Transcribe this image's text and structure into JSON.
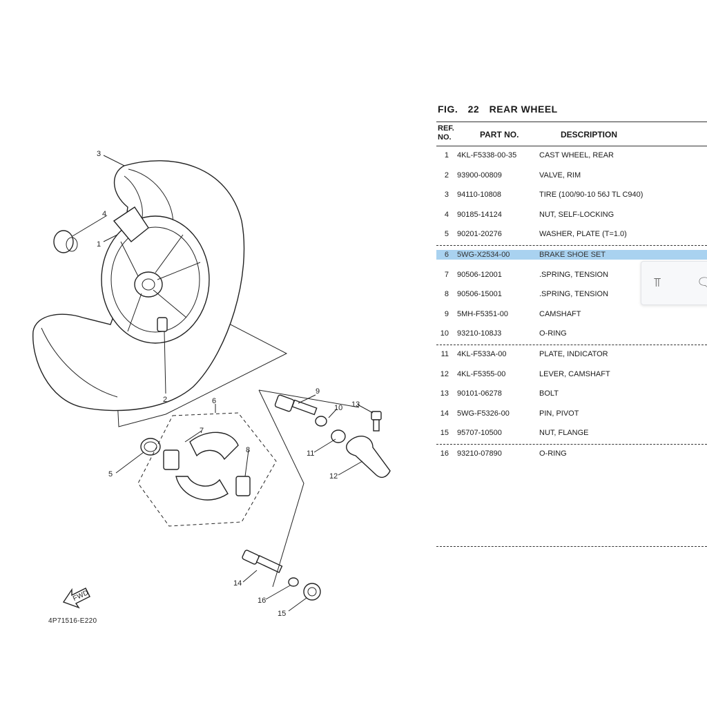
{
  "figure": {
    "label": "FIG.",
    "number": "22",
    "title": "REAR WHEEL"
  },
  "table": {
    "headers": {
      "ref_line1": "REF.",
      "ref_line2": "NO.",
      "part_no": "PART NO.",
      "description": "DESCRIPTION"
    },
    "rows": [
      {
        "ref": "1",
        "part_no": "4KL-F5338-00-35",
        "description": "CAST WHEEL, REAR"
      },
      {
        "ref": "2",
        "part_no": "93900-00809",
        "description": "VALVE, RIM"
      },
      {
        "ref": "3",
        "part_no": "94110-10808",
        "description": "TIRE (100/90-10 56J TL C940)"
      },
      {
        "ref": "4",
        "part_no": "90185-14124",
        "description": "NUT, SELF-LOCKING"
      },
      {
        "ref": "5",
        "part_no": "90201-20276",
        "description": "WASHER, PLATE (T=1.0)"
      },
      {
        "ref": "6",
        "part_no": "5WG-X2534-00",
        "description": "BRAKE SHOE SET"
      },
      {
        "ref": "7",
        "part_no": "90506-12001",
        "description": ".SPRING, TENSION"
      },
      {
        "ref": "8",
        "part_no": "90506-15001",
        "description": ".SPRING, TENSION"
      },
      {
        "ref": "9",
        "part_no": "5MH-F5351-00",
        "description": "CAMSHAFT"
      },
      {
        "ref": "10",
        "part_no": "93210-108J3",
        "description": "O-RING"
      },
      {
        "ref": "11",
        "part_no": "4KL-F533A-00",
        "description": "PLATE, INDICATOR"
      },
      {
        "ref": "12",
        "part_no": "4KL-F5355-00",
        "description": "LEVER, CAMSHAFT"
      },
      {
        "ref": "13",
        "part_no": "90101-06278",
        "description": "BOLT"
      },
      {
        "ref": "14",
        "part_no": "5WG-F5326-00",
        "description": "PIN, PIVOT"
      },
      {
        "ref": "15",
        "part_no": "95707-10500",
        "description": "NUT, FLANGE"
      },
      {
        "ref": "16",
        "part_no": "93210-07890",
        "description": "O-RING"
      }
    ],
    "selected_ref": "6",
    "highlight_color": "#a9d2f0"
  },
  "diagram": {
    "callouts": [
      "1",
      "2",
      "3",
      "4",
      "5",
      "6",
      "7",
      "8",
      "9",
      "10",
      "11",
      "12",
      "13",
      "14",
      "15",
      "16"
    ],
    "code": "4P71516-E220",
    "fwd_label": "FWD"
  },
  "popup": {
    "icons": [
      "translate-icon",
      "comment-icon"
    ]
  }
}
